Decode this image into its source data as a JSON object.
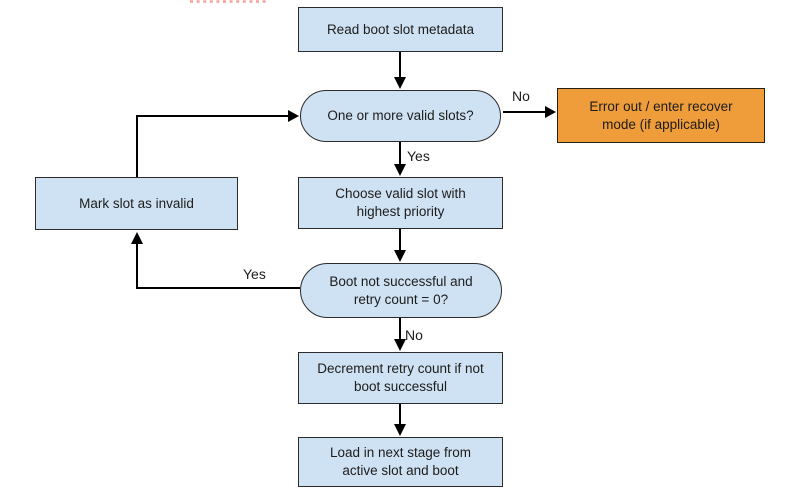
{
  "diagram": {
    "nodes": {
      "read_metadata": {
        "label": "Read boot slot metadata"
      },
      "valid_slots": {
        "label": "One or more valid slots?"
      },
      "error_out": {
        "label": "Error out / enter recover mode (if applicable)"
      },
      "choose_slot": {
        "label": "Choose valid slot with highest priority"
      },
      "mark_invalid": {
        "label": "Mark slot as invalid"
      },
      "boot_retry": {
        "label": "Boot not successful and retry count = 0?"
      },
      "decrement_retry": {
        "label": "Decrement retry count if not boot successful"
      },
      "load_next_stage": {
        "label": "Load in next stage from active slot and boot"
      }
    },
    "edge_labels": {
      "no_to_error": "No",
      "yes_to_choose": "Yes",
      "yes_to_mark_invalid": "Yes",
      "no_to_decrement": "No"
    },
    "colors": {
      "node_fill": "#cfe2f3",
      "node_border": "#2b2b2b",
      "error_fill": "#ef9d3a",
      "arrow": "#000000",
      "top_dashed_line": "#f2a19c",
      "background": "#ffffff"
    }
  }
}
